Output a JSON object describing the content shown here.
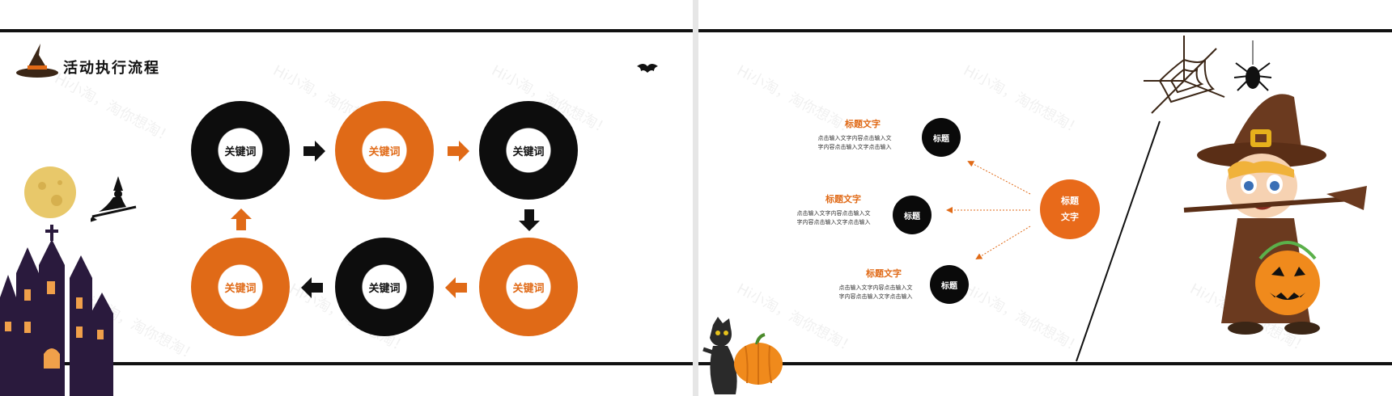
{
  "left_slide": {
    "title": "活动执行流程",
    "steps": [
      {
        "label": "关键词",
        "color": "black"
      },
      {
        "label": "关键词",
        "color": "orange"
      },
      {
        "label": "关键词",
        "color": "black"
      },
      {
        "label": "关键词",
        "color": "orange"
      },
      {
        "label": "关键词",
        "color": "black"
      },
      {
        "label": "关键词",
        "color": "orange"
      }
    ]
  },
  "right_slide": {
    "center_label_line1": "标题",
    "center_label_line2": "文字",
    "items": [
      {
        "title": "标题文字",
        "body_line1": "点击输入文字内容点击输入文",
        "body_line2": "字内容点击输入文字点击输入",
        "node": "标题"
      },
      {
        "title": "标题文字",
        "body_line1": "点击输入文字内容点击输入文",
        "body_line2": "字内容点击输入文字点击输入",
        "node": "标题"
      },
      {
        "title": "标题文字",
        "body_line1": "点击输入文字内容点击输入文",
        "body_line2": "字内容点击输入文字点击输入",
        "node": "标题"
      }
    ]
  },
  "watermark": "Hi小淘，淘你想淘！",
  "colors": {
    "accent": "#e06a17",
    "dark": "#0d0d0d",
    "castle": "#2a1a3d"
  }
}
